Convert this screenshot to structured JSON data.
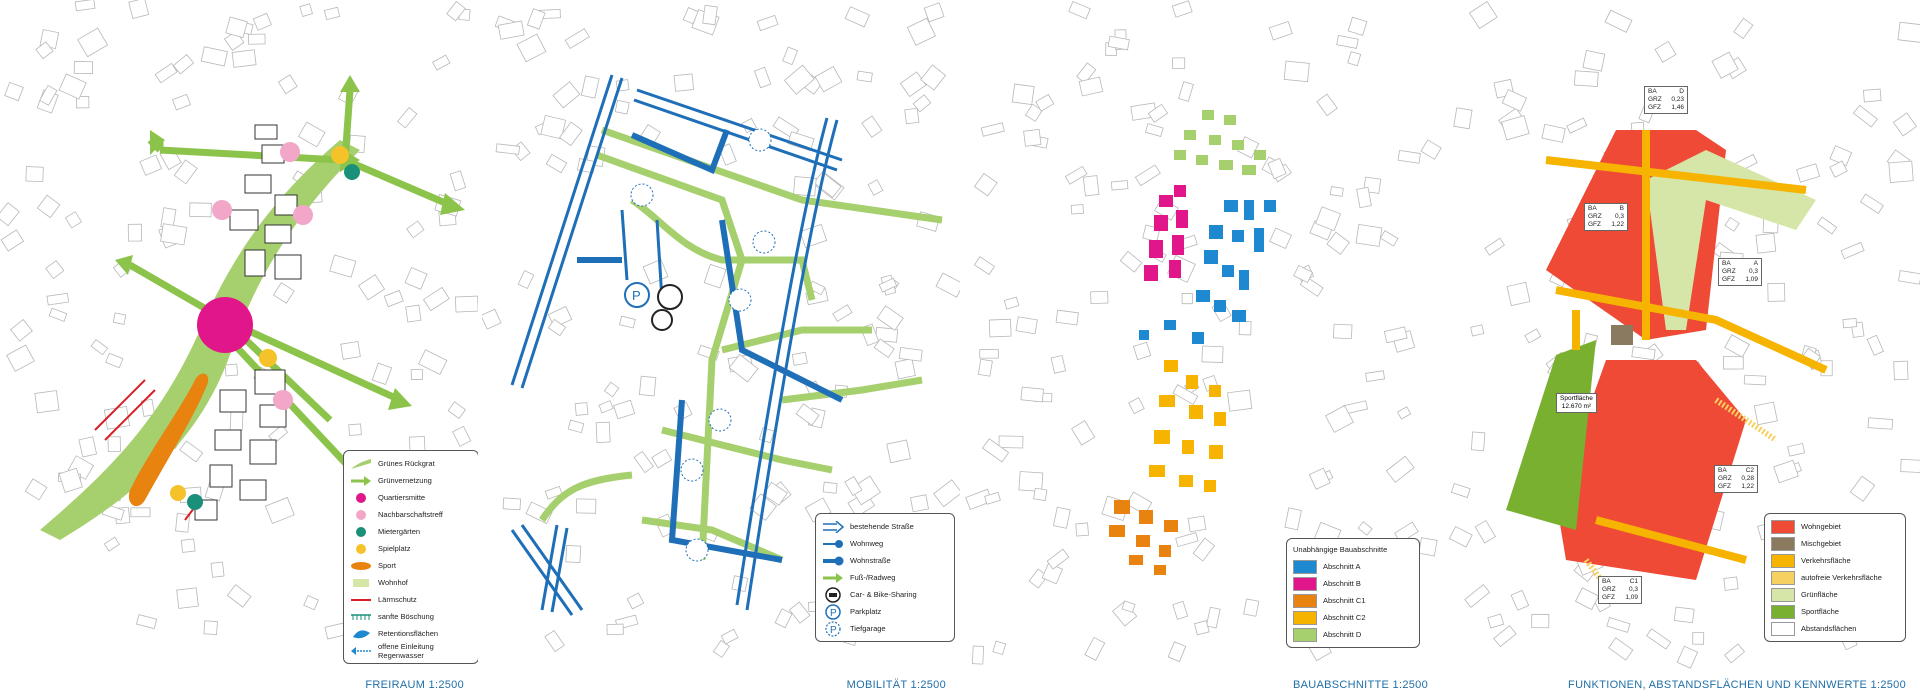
{
  "panels": [
    {
      "caption": "FREIRAUM 1:2500",
      "legend": [
        {
          "icon": "green-backbone-icon",
          "label": "Grünes Rückgrat"
        },
        {
          "icon": "green-arrow-icon",
          "label": "Grünvernetzung"
        },
        {
          "icon": "magenta-dot-icon",
          "label": "Quartiersmitte"
        },
        {
          "icon": "pink-dot-icon",
          "label": "Nachbarschaftstreff"
        },
        {
          "icon": "teal-dot-icon",
          "label": "Mietergärten"
        },
        {
          "icon": "yellow-dot-icon",
          "label": "Spielplatz"
        },
        {
          "icon": "orange-shape-icon",
          "label": "Sport"
        },
        {
          "icon": "light-green-rect-icon",
          "label": "Wohnhof"
        },
        {
          "icon": "red-line-icon",
          "label": "Lärmschutz"
        },
        {
          "icon": "hatch-line-icon",
          "label": "sanfte Böschung"
        },
        {
          "icon": "blue-drop-icon",
          "label": "Retentionsflächen"
        },
        {
          "icon": "blue-arrow-icon",
          "label": "offene Einleitung Regenwasser"
        }
      ]
    },
    {
      "caption": "MOBILITÄT 1:2500",
      "legend": [
        {
          "icon": "double-arrow-icon",
          "label": "bestehende Straße"
        },
        {
          "icon": "thin-blue-dot-line-icon",
          "label": "Wohnweg"
        },
        {
          "icon": "thick-blue-dot-line-icon",
          "label": "Wohnstraße"
        },
        {
          "icon": "green-arrow-icon",
          "label": "Fuß-/Radweg"
        },
        {
          "icon": "car-bike-sharing-icon",
          "label": "Car- & Bike-Sharing"
        },
        {
          "icon": "parking-icon",
          "label": "Parkplatz"
        },
        {
          "icon": "underground-parking-icon",
          "label": "Tiefgarage"
        }
      ],
      "parking_symbol": "P"
    },
    {
      "caption": "BAUABSCHNITTE 1:2500",
      "legend_title": "Unabhängige Bauabschnitte",
      "legend": [
        {
          "color": "#1e88d0",
          "label": "Abschnitt A"
        },
        {
          "color": "#e0168a",
          "label": "Abschnitt B"
        },
        {
          "color": "#e8830f",
          "label": "Abschnitt C1"
        },
        {
          "color": "#f6b400",
          "label": "Abschnitt C2"
        },
        {
          "color": "#a6cf6d",
          "label": "Abschnitt D"
        }
      ]
    },
    {
      "caption": "FUNKTIONEN, ABSTANDSFLÄCHEN UND KENNWERTE 1:2500",
      "legend": [
        {
          "color": "#ef4a36",
          "label": "Wohngebiet"
        },
        {
          "color": "#8a7a60",
          "label": "Mischgebiet"
        },
        {
          "color": "#f6b400",
          "label": "Verkehrsfläche"
        },
        {
          "color": "#f6d060",
          "label": "autofreie Verkehrsfläche"
        },
        {
          "color": "#d6e6a8",
          "label": "Grünfläche"
        },
        {
          "color": "#79b030",
          "label": "Sportfläche"
        },
        {
          "color": "#ffffff",
          "label": "Abstandsflächen"
        }
      ],
      "kennwerte": [
        {
          "ba": "BA",
          "id": "D",
          "grz_label": "GRZ",
          "grz": "0,23",
          "gfz_label": "GFZ",
          "gfz": "1,46"
        },
        {
          "ba": "BA",
          "id": "B",
          "grz_label": "GRZ",
          "grz": "0,3",
          "gfz_label": "GFZ",
          "gfz": "1,22"
        },
        {
          "ba": "BA",
          "id": "A",
          "grz_label": "GRZ",
          "grz": "0,3",
          "gfz_label": "GFZ",
          "gfz": "1,09"
        },
        {
          "ba": "BA",
          "id": "C2",
          "grz_label": "GRZ",
          "grz": "0,28",
          "gfz_label": "GFZ",
          "gfz": "1,22"
        },
        {
          "ba": "BA",
          "id": "C1",
          "grz_label": "GRZ",
          "grz": "0,3",
          "gfz_label": "GFZ",
          "gfz": "1,09"
        }
      ],
      "sport_label": "Sportfläche",
      "sport_area": "12.670 m²"
    }
  ]
}
